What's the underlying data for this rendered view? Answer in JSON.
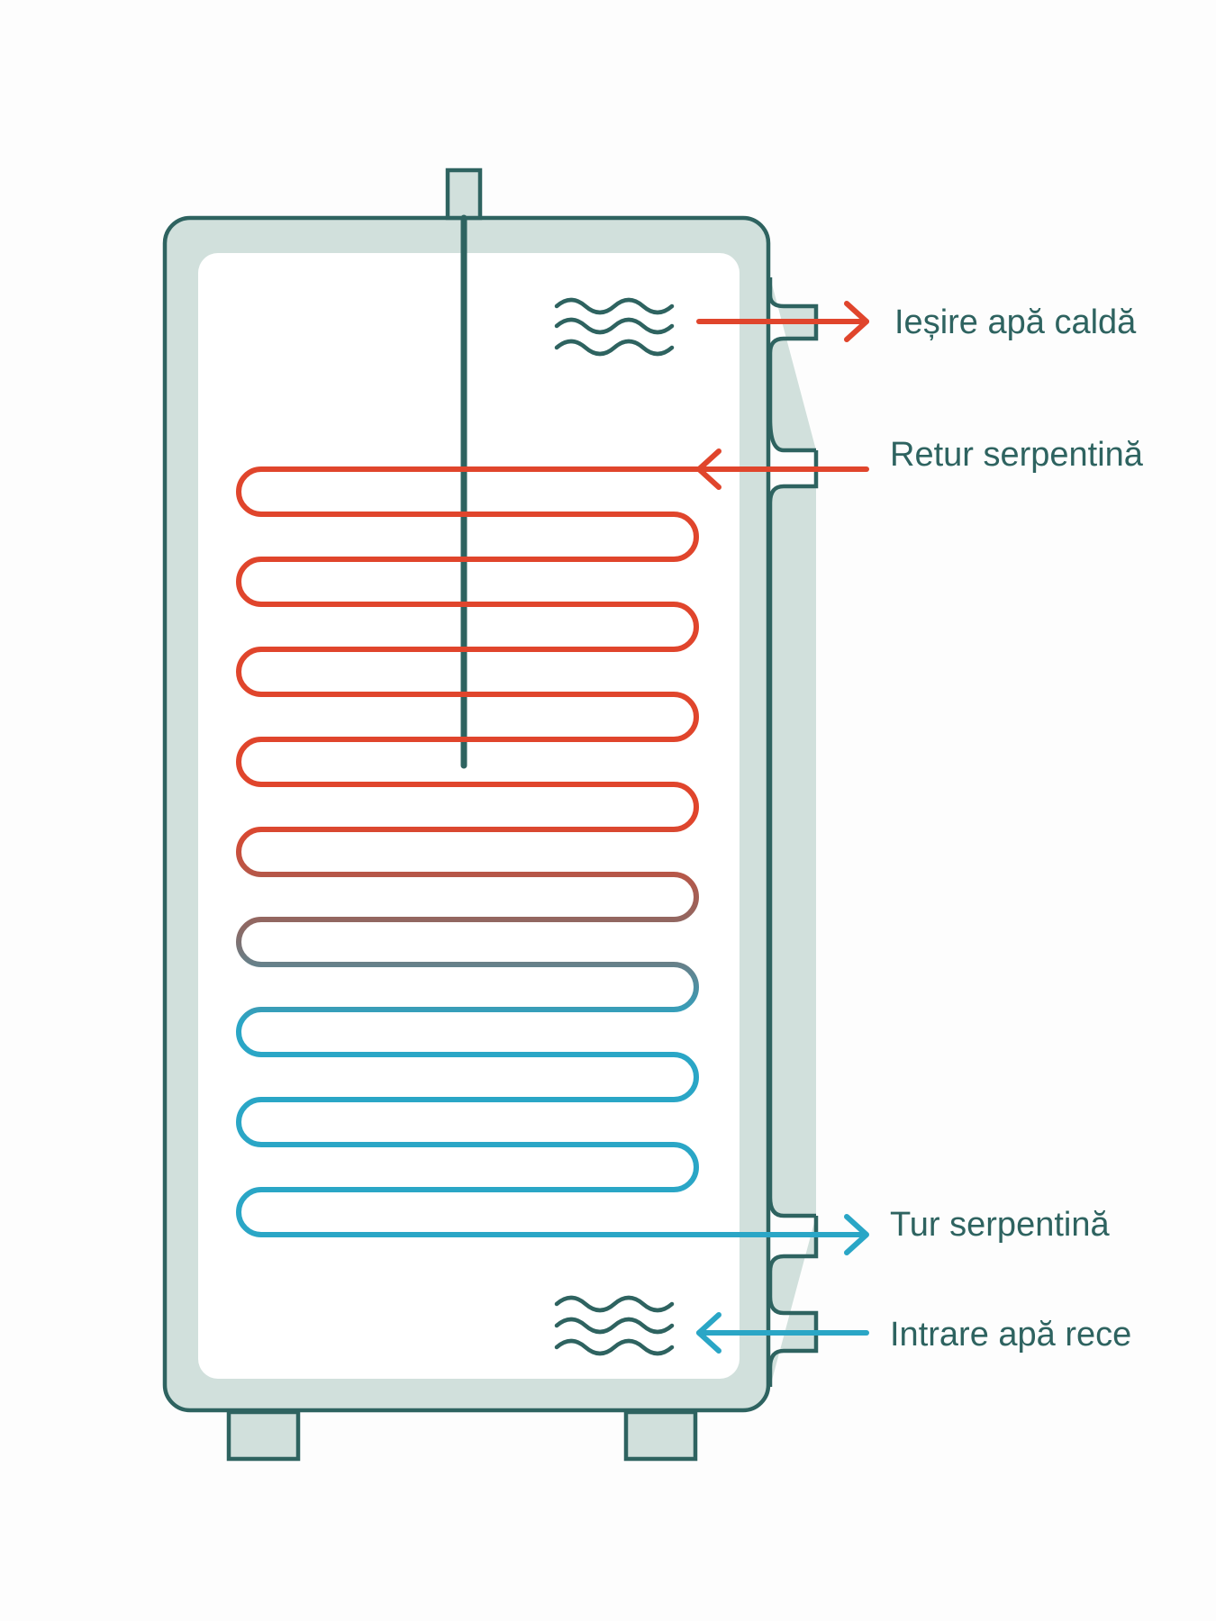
{
  "colors": {
    "background": "#fdfdfd",
    "tank_outline": "#2e6360",
    "tank_insulation": "#d1e0dc",
    "tank_interior": "#ffffff",
    "hot": "#e0452c",
    "cold": "#2aa6c6",
    "label_text": "#2e6360"
  },
  "labels": {
    "hot_water_outlet": "Ieșire apă caldă",
    "coil_return": "Retur serpentină",
    "coil_flow": "Tur serpentină",
    "cold_water_inlet": "Intrare apă rece"
  },
  "icons": {
    "hot_water_waves": "wave-icon",
    "cold_water_waves": "wave-icon",
    "hot_outlet_arrow": "arrow-right-icon",
    "coil_return_arrow": "arrow-left-icon",
    "coil_flow_arrow": "arrow-right-icon",
    "cold_inlet_arrow": "arrow-left-icon"
  }
}
